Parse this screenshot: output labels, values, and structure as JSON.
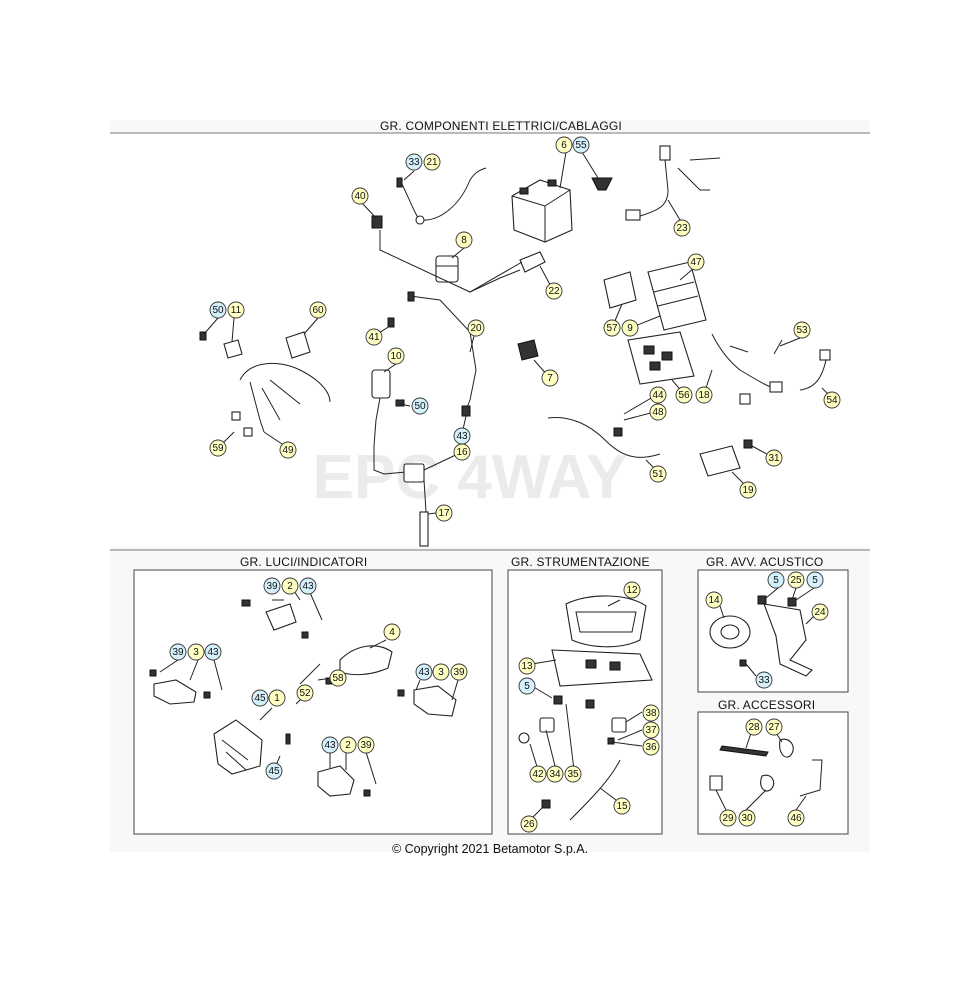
{
  "titles": {
    "electrical": "GR. COMPONENTI ELETTRICI/CABLAGGI",
    "lights": "GR. LUCI/INDICATORI",
    "instruments": "GR. STRUMENTAZIONE",
    "horn": "GR. AVV. ACUSTICO",
    "accessories": "GR. ACCESSORI"
  },
  "copyright": "© Copyright 2021 Betamotor S.p.A.",
  "watermark": "EPC 4WAY",
  "colors": {
    "callout_yellow": "#ffffc4",
    "callout_blue": "#d4f0fb",
    "line": "#222222"
  },
  "callouts": [
    {
      "label": "33",
      "c": "blue"
    },
    {
      "label": "21",
      "c": "yellow"
    },
    {
      "label": "6",
      "c": "yellow"
    },
    {
      "label": "55",
      "c": "blue"
    },
    {
      "label": "40",
      "c": "yellow"
    },
    {
      "label": "23",
      "c": "yellow"
    },
    {
      "label": "8",
      "c": "yellow"
    },
    {
      "label": "22",
      "c": "yellow"
    },
    {
      "label": "47",
      "c": "yellow"
    },
    {
      "label": "50",
      "c": "blue"
    },
    {
      "label": "11",
      "c": "yellow"
    },
    {
      "label": "60",
      "c": "yellow"
    },
    {
      "label": "20",
      "c": "yellow"
    },
    {
      "label": "41",
      "c": "yellow"
    },
    {
      "label": "57",
      "c": "yellow"
    },
    {
      "label": "9",
      "c": "yellow"
    },
    {
      "label": "53",
      "c": "yellow"
    },
    {
      "label": "10",
      "c": "yellow"
    },
    {
      "label": "7",
      "c": "yellow"
    },
    {
      "label": "56",
      "c": "yellow"
    },
    {
      "label": "18",
      "c": "yellow"
    },
    {
      "label": "54",
      "c": "yellow"
    },
    {
      "label": "50",
      "c": "blue"
    },
    {
      "label": "44",
      "c": "yellow"
    },
    {
      "label": "48",
      "c": "yellow"
    },
    {
      "label": "43",
      "c": "blue"
    },
    {
      "label": "59",
      "c": "yellow"
    },
    {
      "label": "49",
      "c": "yellow"
    },
    {
      "label": "16",
      "c": "yellow"
    },
    {
      "label": "31",
      "c": "yellow"
    },
    {
      "label": "51",
      "c": "yellow"
    },
    {
      "label": "19",
      "c": "yellow"
    },
    {
      "label": "17",
      "c": "yellow"
    },
    {
      "label": "39",
      "c": "blue"
    },
    {
      "label": "2",
      "c": "yellow"
    },
    {
      "label": "43",
      "c": "blue"
    },
    {
      "label": "4",
      "c": "yellow"
    },
    {
      "label": "39",
      "c": "blue"
    },
    {
      "label": "3",
      "c": "yellow"
    },
    {
      "label": "43",
      "c": "blue"
    },
    {
      "label": "58",
      "c": "yellow"
    },
    {
      "label": "45",
      "c": "blue"
    },
    {
      "label": "1",
      "c": "yellow"
    },
    {
      "label": "52",
      "c": "yellow"
    },
    {
      "label": "43",
      "c": "blue"
    },
    {
      "label": "3",
      "c": "yellow"
    },
    {
      "label": "39",
      "c": "yellow"
    },
    {
      "label": "43",
      "c": "blue"
    },
    {
      "label": "2",
      "c": "yellow"
    },
    {
      "label": "39",
      "c": "yellow"
    },
    {
      "label": "45",
      "c": "blue"
    },
    {
      "label": "12",
      "c": "yellow"
    },
    {
      "label": "13",
      "c": "yellow"
    },
    {
      "label": "5",
      "c": "blue"
    },
    {
      "label": "38",
      "c": "yellow"
    },
    {
      "label": "37",
      "c": "yellow"
    },
    {
      "label": "36",
      "c": "yellow"
    },
    {
      "label": "42",
      "c": "yellow"
    },
    {
      "label": "34",
      "c": "yellow"
    },
    {
      "label": "35",
      "c": "yellow"
    },
    {
      "label": "15",
      "c": "yellow"
    },
    {
      "label": "26",
      "c": "yellow"
    },
    {
      "label": "5",
      "c": "blue"
    },
    {
      "label": "25",
      "c": "yellow"
    },
    {
      "label": "5",
      "c": "blue"
    },
    {
      "label": "14",
      "c": "yellow"
    },
    {
      "label": "24",
      "c": "yellow"
    },
    {
      "label": "33",
      "c": "blue"
    },
    {
      "label": "28",
      "c": "yellow"
    },
    {
      "label": "27",
      "c": "yellow"
    },
    {
      "label": "29",
      "c": "yellow"
    },
    {
      "label": "30",
      "c": "yellow"
    },
    {
      "label": "46",
      "c": "yellow"
    }
  ]
}
